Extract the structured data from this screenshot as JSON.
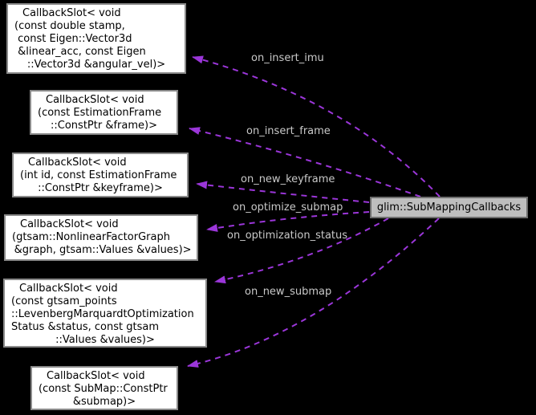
{
  "diagram_type": "doxygen-collaboration-graph",
  "colors": {
    "background": "#000000",
    "edge": "#9b36d9",
    "edge_label": "#c9c9c9",
    "node_fill": "#ffffff",
    "node_border": "#8a8a8a",
    "main_node_fill": "#bebebe",
    "main_node_border": "#6f6f6f",
    "node_text": "#000000"
  },
  "main_node": {
    "label": "glim::SubMappingCallbacks"
  },
  "nodes": [
    {
      "id": "imu-slot",
      "lines": [
        "CallbackSlot< void",
        "(const double stamp,",
        " const Eigen::Vector3d",
        " &linear_acc, const Eigen",
        "::Vector3d &angular_vel)>"
      ]
    },
    {
      "id": "frame-slot",
      "lines": [
        "CallbackSlot< void",
        "(const EstimationFrame",
        "::ConstPtr &frame)>"
      ]
    },
    {
      "id": "keyframe-slot",
      "lines": [
        "CallbackSlot< void",
        "(int id, const EstimationFrame",
        "::ConstPtr &keyframe)>"
      ]
    },
    {
      "id": "factorgraph-slot",
      "lines": [
        "CallbackSlot< void",
        "(gtsam::NonlinearFactorGraph",
        " &graph, gtsam::Values &values)>"
      ]
    },
    {
      "id": "optimization-status-slot",
      "lines": [
        "CallbackSlot< void",
        "(const gtsam_points",
        "::LevenbergMarquardtOptimization",
        "Status &status, const gtsam",
        "::Values &values)>"
      ]
    },
    {
      "id": "submap-slot",
      "lines": [
        "CallbackSlot< void",
        "(const SubMap::ConstPtr",
        "&submap)>"
      ]
    }
  ],
  "edges": [
    {
      "label": "on_insert_imu",
      "target_node": 0
    },
    {
      "label": "on_insert_frame",
      "target_node": 1
    },
    {
      "label": "on_new_keyframe",
      "target_node": 2
    },
    {
      "label": "on_optimize_submap",
      "target_node": 3
    },
    {
      "label": "on_optimization_status",
      "target_node": 4
    },
    {
      "label": "on_new_submap",
      "target_node": 5
    }
  ]
}
